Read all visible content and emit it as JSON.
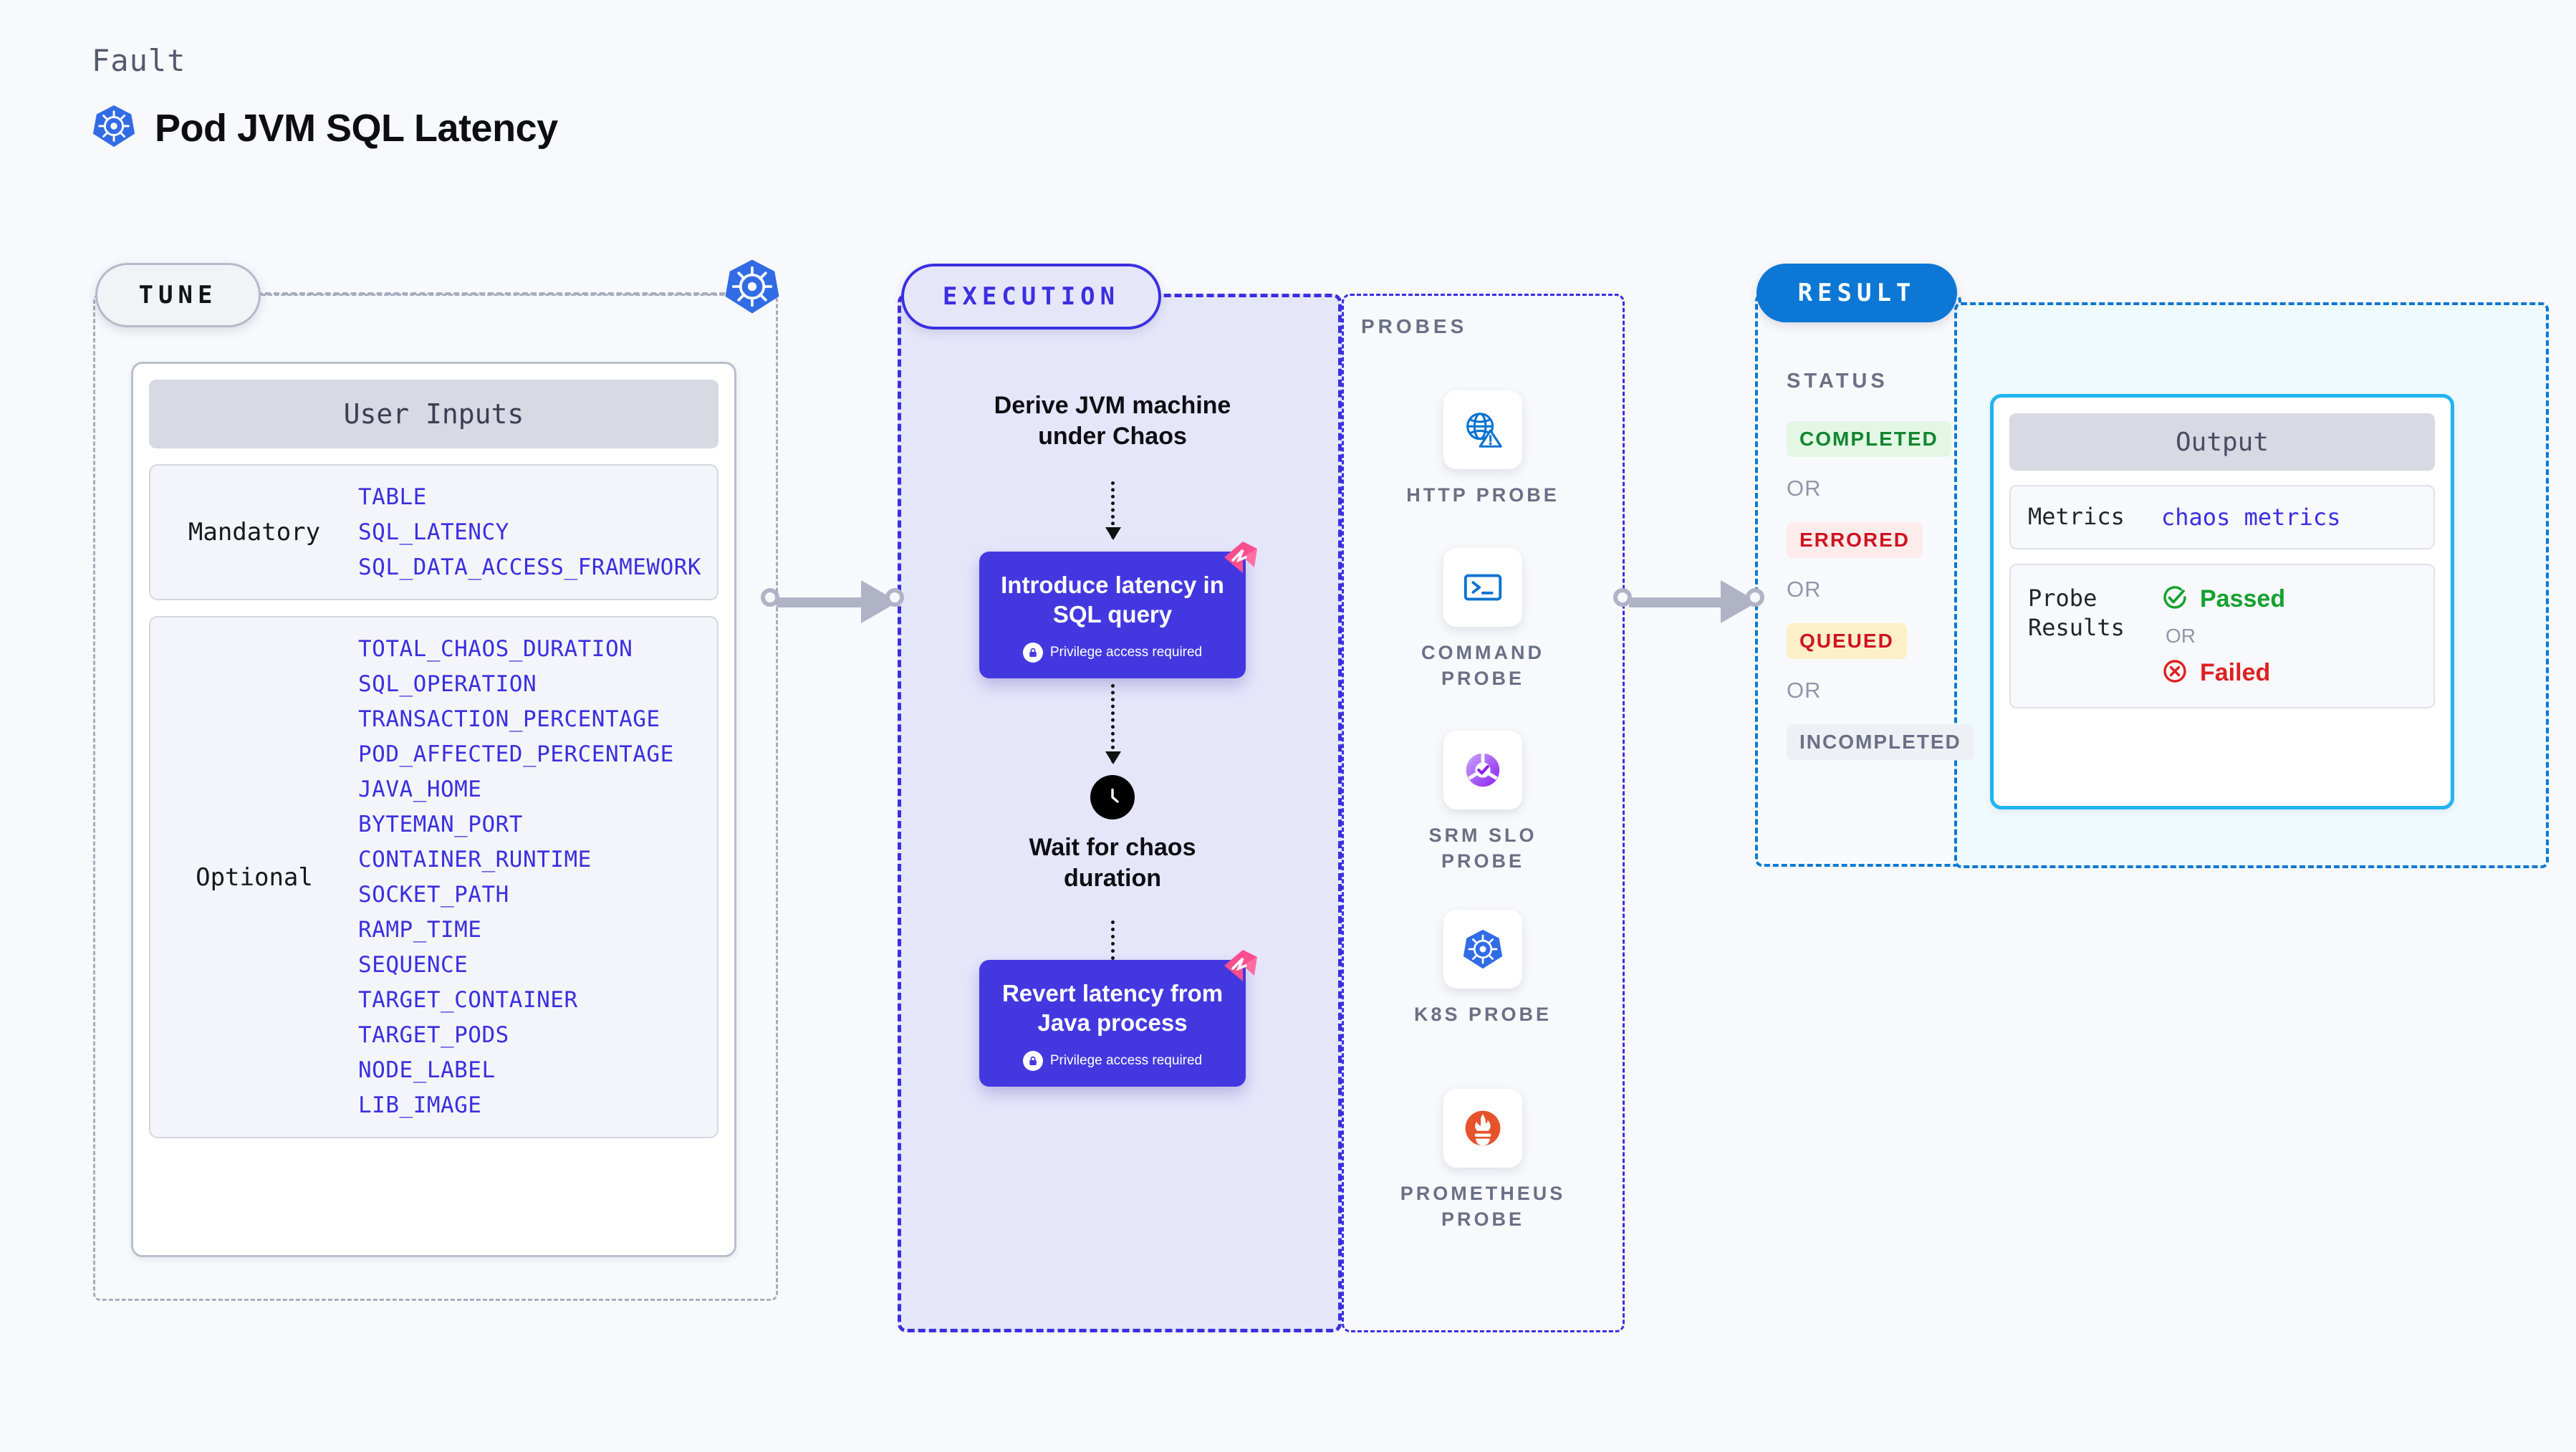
{
  "header": {
    "kicker": "Fault",
    "title": "Pod JVM SQL Latency",
    "icon": "kubernetes-icon"
  },
  "tune": {
    "pill_label": "TUNE",
    "connector_icon": "kubernetes-icon",
    "card_title": "User Inputs",
    "groups": [
      {
        "label": "Mandatory",
        "params": [
          "TABLE",
          "SQL_LATENCY",
          "SQL_DATA_ACCESS_FRAMEWORK"
        ]
      },
      {
        "label": "Optional",
        "params": [
          "TOTAL_CHAOS_DURATION",
          "SQL_OPERATION",
          "TRANSACTION_PERCENTAGE",
          "POD_AFFECTED_PERCENTAGE",
          "JAVA_HOME",
          "BYTEMAN_PORT",
          "CONTAINER_RUNTIME",
          "SOCKET_PATH",
          "RAMP_TIME",
          "SEQUENCE",
          "TARGET_CONTAINER",
          "TARGET_PODS",
          "NODE_LABEL",
          "LIB_IMAGE"
        ]
      }
    ]
  },
  "execution": {
    "pill_label": "EXECUTION",
    "steps": [
      {
        "type": "text",
        "label": "Derive JVM machine\nunder Chaos"
      },
      {
        "type": "box",
        "label": "Introduce latency in\nSQL query",
        "note": "Privilege access required",
        "note_icon": "lock-icon",
        "flag_icon": "litmus-flag-icon"
      },
      {
        "type": "wait",
        "icon": "clock-icon",
        "label": "Wait for chaos\nduration"
      },
      {
        "type": "box",
        "label": "Revert latency from\nJava process",
        "note": "Privilege access required",
        "note_icon": "lock-icon",
        "flag_icon": "litmus-flag-icon"
      }
    ]
  },
  "probes": {
    "title": "PROBES",
    "items": [
      {
        "name": "HTTP PROBE",
        "icon": "globe-warning-icon"
      },
      {
        "name": "COMMAND\nPROBE",
        "icon": "terminal-icon"
      },
      {
        "name": "SRM SLO\nPROBE",
        "icon": "srm-slo-icon"
      },
      {
        "name": "K8S PROBE",
        "icon": "kubernetes-icon"
      },
      {
        "name": "PROMETHEUS\nPROBE",
        "icon": "prometheus-icon"
      }
    ]
  },
  "result": {
    "pill_label": "RESULT",
    "status_heading": "STATUS",
    "or_label": "OR",
    "statuses": [
      {
        "label": "COMPLETED",
        "color": "#11862f",
        "bg": "#e4f7e5"
      },
      {
        "label": "ERRORED",
        "color": "#cf1322",
        "bg": "#fdeceb"
      },
      {
        "label": "QUEUED",
        "color": "#cf1322",
        "bg": "#fdf0c8"
      },
      {
        "label": "INCOMPLETED",
        "color": "#6a7085",
        "bg": "#eff0f5"
      }
    ],
    "output": {
      "title": "Output",
      "rows": [
        {
          "key": "Metrics",
          "value": "chaos metrics"
        },
        {
          "key": "Probe\nResults",
          "passed": "Passed",
          "failed": "Failed",
          "or_label": "OR",
          "passed_icon": "check-circle-icon",
          "failed_icon": "x-circle-icon",
          "passed_color": "#14a02e",
          "failed_color": "#dd2121"
        }
      ]
    }
  },
  "connectors": {
    "tune_to_execution": "arrow-right",
    "probes_to_result": "arrow-right"
  },
  "colors": {
    "background": "#f8f9fc",
    "primary_purple": "#3b2fe0",
    "execution_fill": "#e6e6fb",
    "result_blue": "#0c77d4",
    "output_cyan": "#21b4ee",
    "k8s_blue": "#326ce5"
  }
}
